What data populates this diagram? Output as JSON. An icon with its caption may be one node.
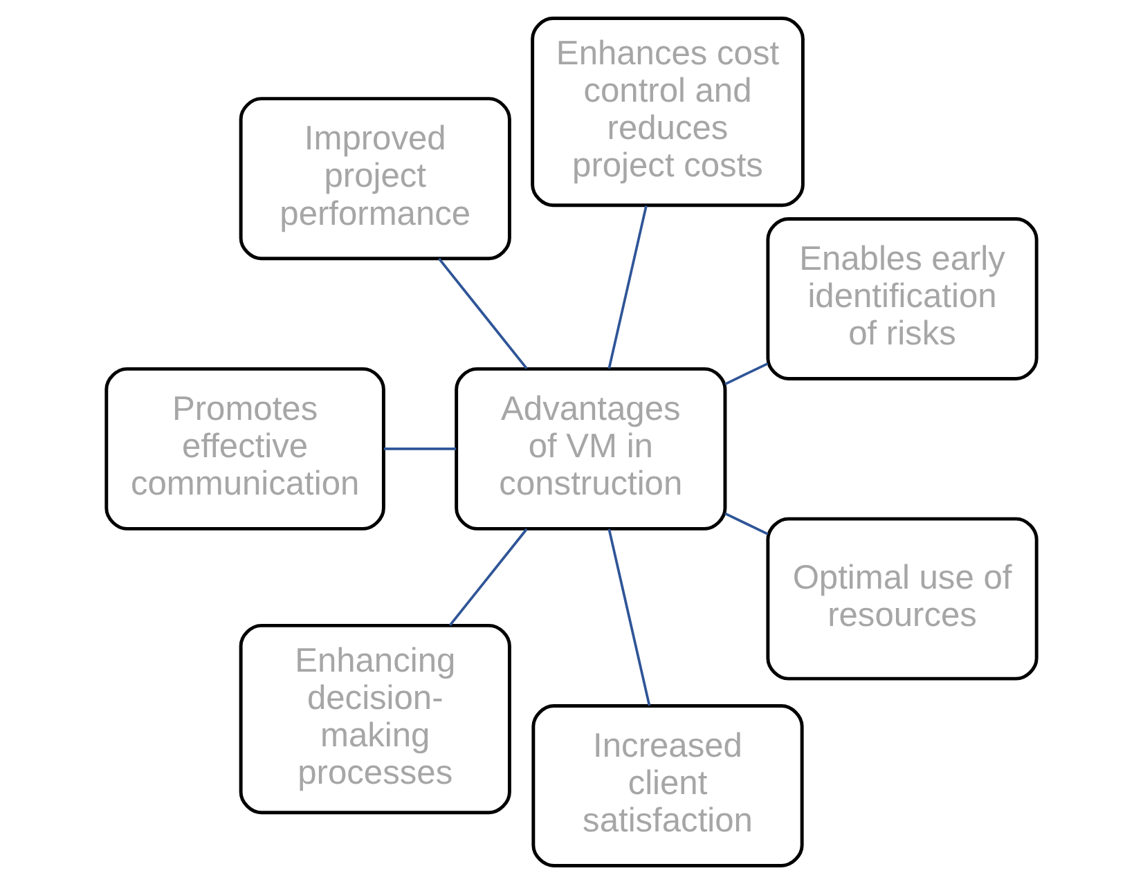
{
  "diagram": {
    "nodes": [
      {
        "text": [
          "Advantages of VM in construction"
        ]
      },
      {
        "text": [
          "Enables early identification of risks"
        ]
      },
      {
        "text": [
          "Enhances cost control and reduces project costs"
        ]
      },
      {
        "text": [
          "Improved project performance"
        ]
      },
      {
        "text": [
          "Promotes effective communication"
        ]
      },
      {
        "text": [
          "Enhancing decision-making processes"
        ]
      },
      {
        "text": [
          "Increased client satisfaction"
        ]
      },
      {
        "text": [
          "Optimal use of resources"
        ]
      }
    ],
    "edges": [
      {
        "from": 0,
        "to": 1,
        "arrow": "none"
      },
      {
        "from": 0,
        "to": 2,
        "arrow": "none"
      },
      {
        "from": 0,
        "to": 3,
        "arrow": "none"
      },
      {
        "from": 0,
        "to": 4,
        "arrow": "none"
      },
      {
        "from": 0,
        "to": 5,
        "arrow": "none"
      },
      {
        "from": 0,
        "to": 6,
        "arrow": "none"
      },
      {
        "from": 0,
        "to": 7,
        "arrow": "none"
      }
    ]
  }
}
